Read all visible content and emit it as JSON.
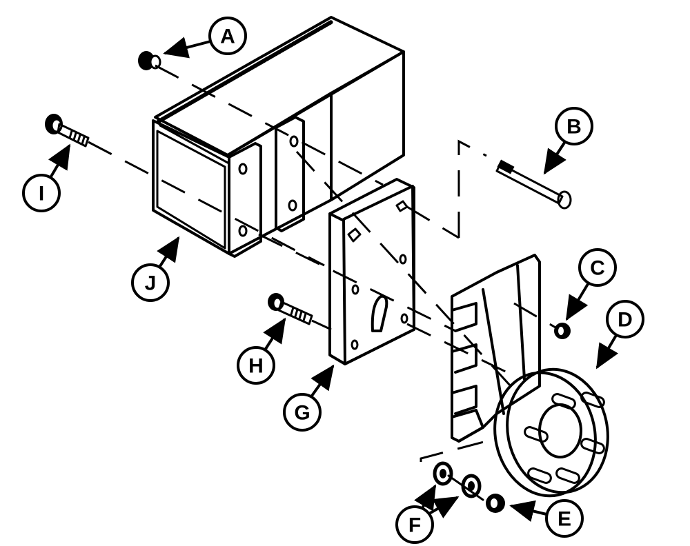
{
  "diagram": {
    "type": "exploded-parts-view",
    "colors": {
      "line": "#000000",
      "background": "#ffffff"
    },
    "callouts": [
      {
        "id": "A",
        "label": "A",
        "part": "nut",
        "circle": [
          330,
          52
        ],
        "target": [
          225,
          80
        ]
      },
      {
        "id": "B",
        "label": "B",
        "part": "long-bolt",
        "circle": [
          832,
          185
        ],
        "target": [
          785,
          255
        ]
      },
      {
        "id": "C",
        "label": "C",
        "part": "nut",
        "circle": [
          866,
          390
        ],
        "target": [
          815,
          470
        ]
      },
      {
        "id": "D",
        "label": "D",
        "part": "hub-with-studs",
        "circle": [
          906,
          465
        ],
        "target": [
          860,
          540
        ]
      },
      {
        "id": "E",
        "label": "E",
        "part": "nut",
        "circle": [
          818,
          752
        ],
        "target": [
          733,
          733
        ]
      },
      {
        "id": "F",
        "label": "F",
        "part": "washers",
        "circle": [
          601,
          761
        ],
        "targets": [
          [
            633,
            702
          ],
          [
            668,
            718
          ]
        ]
      },
      {
        "id": "G",
        "label": "G",
        "part": "adapter-plate",
        "circle": [
          438,
          600
        ],
        "target": [
          486,
          528
        ]
      },
      {
        "id": "H",
        "label": "H",
        "part": "bolt",
        "circle": [
          371,
          532
        ],
        "target": [
          416,
          459
        ]
      },
      {
        "id": "I",
        "label": "I",
        "part": "bolt",
        "circle": [
          60,
          280
        ],
        "target": [
          104,
          205
        ]
      },
      {
        "id": "J",
        "label": "J",
        "part": "housing-block",
        "circle": [
          218,
          410
        ],
        "target": [
          262,
          348
        ]
      }
    ]
  }
}
